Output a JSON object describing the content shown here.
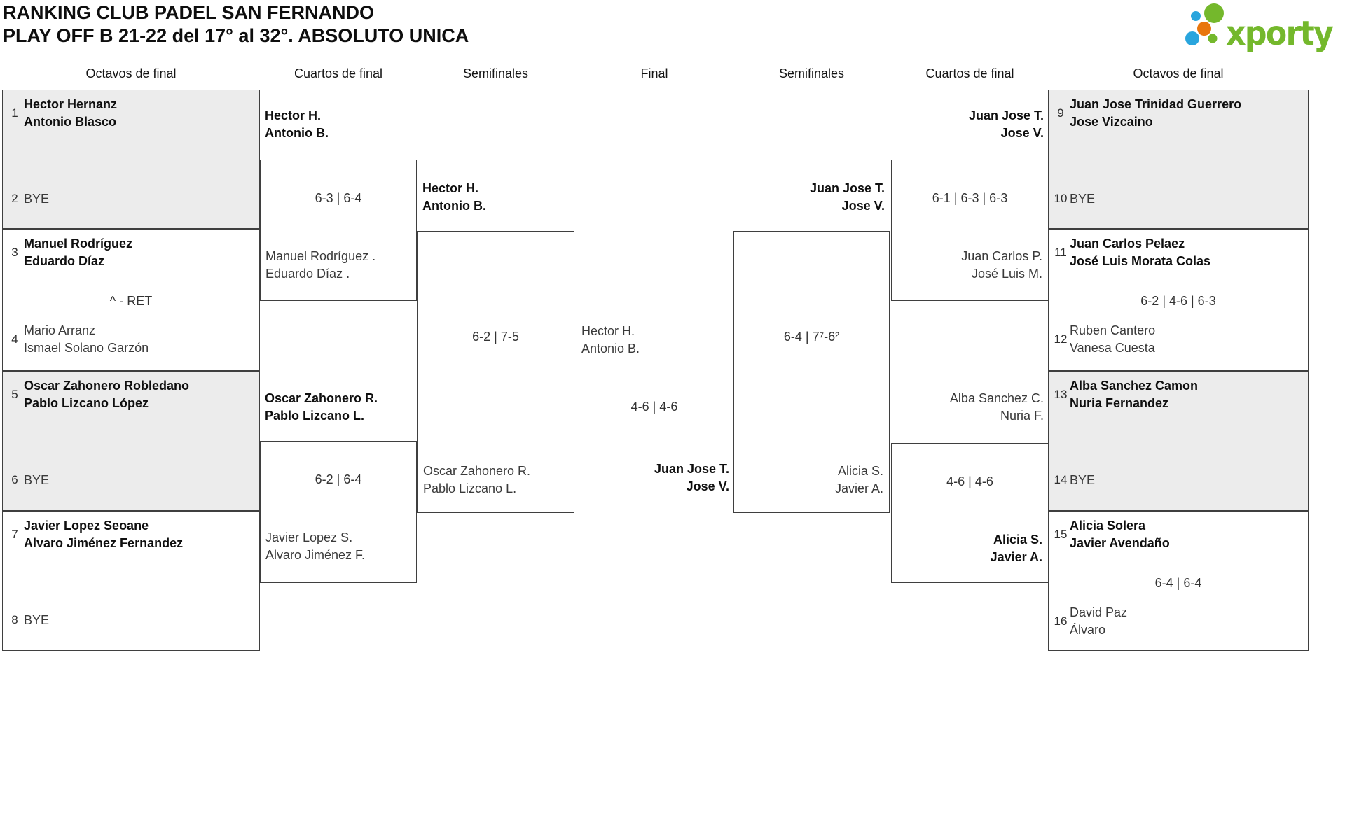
{
  "header": {
    "title_line1": "RANKING CLUB PADEL SAN FERNANDO",
    "title_line2": "PLAY OFF B 21-22 del 17° al 32°. ABSOLUTO UNICA",
    "logo_text": "xporty"
  },
  "rounds": [
    "Octavos de final",
    "Cuartos de final",
    "Semifinales",
    "Final",
    "Semifinales",
    "Cuartos de final",
    "Octavos de final"
  ],
  "colors": {
    "logo_green": "#74b82c",
    "logo_blue": "#29a5dd",
    "logo_orange": "#e8760d",
    "shaded_box": "#ececec",
    "box_border": "#3f3f3f"
  },
  "matches": {
    "o1": {
      "seed_a": "1",
      "a1": "Hector Hernanz",
      "a2": "Antonio Blasco",
      "seed_b": "2",
      "b1": "BYE"
    },
    "o2": {
      "seed_a": "3",
      "a1": "Manuel Rodríguez",
      "a2": "Eduardo Díaz",
      "score": "^ - RET",
      "seed_b": "4",
      "b1": "Mario Arranz",
      "b2": "Ismael Solano Garzón"
    },
    "o3": {
      "seed_a": "5",
      "a1": "Oscar Zahonero Robledano",
      "a2": "Pablo Lizcano López",
      "seed_b": "6",
      "b1": "BYE"
    },
    "o4": {
      "seed_a": "7",
      "a1": "Javier Lopez Seoane",
      "a2": "Alvaro Jiménez Fernandez",
      "seed_b": "8",
      "b1": "BYE"
    },
    "o5": {
      "seed_a": "9",
      "a1": "Juan Jose Trinidad Guerrero",
      "a2": "Jose Vizcaino",
      "seed_b": "10",
      "b1": "BYE"
    },
    "o6": {
      "seed_a": "11",
      "a1": "Juan Carlos Pelaez",
      "a2": "José Luis Morata Colas",
      "score": "6-2 | 4-6 | 6-3",
      "seed_b": "12",
      "b1": "Ruben Cantero",
      "b2": "Vanesa Cuesta"
    },
    "o7": {
      "seed_a": "13",
      "a1": "Alba Sanchez Camon",
      "a2": "Nuria Fernandez",
      "seed_b": "14",
      "b1": "BYE"
    },
    "o8": {
      "seed_a": "15",
      "a1": "Alicia Solera",
      "a2": "Javier Avendaño",
      "score": "6-4 | 6-4",
      "seed_b": "16",
      "b1": "David Paz",
      "b2": "Álvaro"
    },
    "qf_l1": {
      "top1": "Hector H.",
      "top2": "Antonio B.",
      "score": "6-3 | 6-4",
      "bot1": "Manuel Rodríguez .",
      "bot2": "Eduardo Díaz ."
    },
    "qf_l2": {
      "top1": "Oscar Zahonero R.",
      "top2": "Pablo Lizcano L.",
      "score": "6-2 | 6-4",
      "bot1": "Javier Lopez S.",
      "bot2": "Alvaro Jiménez F."
    },
    "qf_r1": {
      "top1": "Juan Jose T.",
      "top2": "Jose V.",
      "score": "6-1 | 6-3 | 6-3",
      "bot1": "Juan Carlos P.",
      "bot2": "José Luis M."
    },
    "qf_r2": {
      "top1": "Alba Sanchez C.",
      "top2": "Nuria F.",
      "score": "4-6 | 4-6",
      "bot1": "Alicia S.",
      "bot2": "Javier A."
    },
    "sf_l": {
      "top1": "Hector H.",
      "top2": "Antonio B.",
      "score": "6-2 | 7-5",
      "bot1": "Oscar Zahonero R.",
      "bot2": "Pablo Lizcano L."
    },
    "sf_r": {
      "top1": "Juan Jose T.",
      "top2": "Jose V.",
      "score": "6-4 | 7⁷-6²",
      "bot1": "Alicia S.",
      "bot2": "Javier A."
    },
    "final": {
      "left1": "Hector H.",
      "left2": "Antonio B.",
      "score": "4-6 | 4-6",
      "right1": "Juan Jose T.",
      "right2": "Jose V."
    }
  }
}
